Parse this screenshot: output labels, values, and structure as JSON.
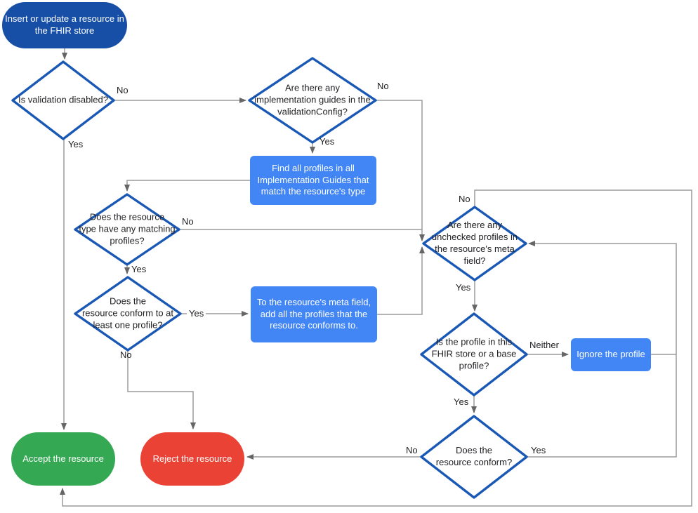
{
  "diagram_title": "Insert or update a resource in the FHIR store - validation flowchart",
  "colors": {
    "start_fill": "#174EA6",
    "process_fill": "#4285F4",
    "decision_stroke": "#1A58B5",
    "accept_fill": "#34A853",
    "reject_fill": "#EA4335",
    "line": "#9B9B9B",
    "arrow": "#666666",
    "text_dark": "#202124",
    "text_light": "#FFFFFF"
  },
  "nodes": {
    "start": {
      "type": "terminal",
      "label": [
        "Insert or update a resource in",
        "the FHIR store"
      ]
    },
    "validation": {
      "type": "decision",
      "label": "Is validation disabled?"
    },
    "guides": {
      "type": "decision",
      "label": [
        "Are there any",
        "implementation guides in the",
        "validationConfig?"
      ]
    },
    "find_profiles": {
      "type": "process",
      "label": [
        "Find all profiles in all",
        "Implementation Guides that",
        "match the resource's type"
      ]
    },
    "matching": {
      "type": "decision",
      "label": [
        "Does the resource",
        "type have any matching",
        "profiles?"
      ]
    },
    "conform_one": {
      "type": "decision",
      "label": [
        "Does the",
        "resource conform to at",
        "least one profile?"
      ]
    },
    "add_to_meta": {
      "type": "process",
      "label": [
        "To the resource's meta field,",
        "add all the profiles that the",
        "resource conforms to."
      ]
    },
    "unchecked": {
      "type": "decision",
      "label": [
        "Are there any",
        "unchecked profiles in",
        "the resource's meta",
        "field?"
      ]
    },
    "profile_in_store": {
      "type": "decision",
      "label": [
        "Is the profile in this",
        "FHIR store or a base",
        "profile?"
      ]
    },
    "ignore_profile": {
      "type": "process",
      "label": "Ignore the profile"
    },
    "conforms": {
      "type": "decision",
      "label": [
        "Does the",
        "resource conform?"
      ]
    },
    "accept": {
      "type": "terminal",
      "label": "Accept the resource"
    },
    "reject": {
      "type": "terminal",
      "label": "Reject the resource"
    }
  },
  "edge_labels": {
    "validation_no": "No",
    "validation_yes": "Yes",
    "guides_no": "No",
    "guides_yes": "Yes",
    "matching_no": "No",
    "matching_yes": "Yes",
    "conform_one_yes": "Yes",
    "conform_one_no": "No",
    "unchecked_no": "No",
    "unchecked_yes": "Yes",
    "profile_neither": "Neither",
    "profile_yes": "Yes",
    "conform_no": "No",
    "conform_yes": "Yes"
  }
}
